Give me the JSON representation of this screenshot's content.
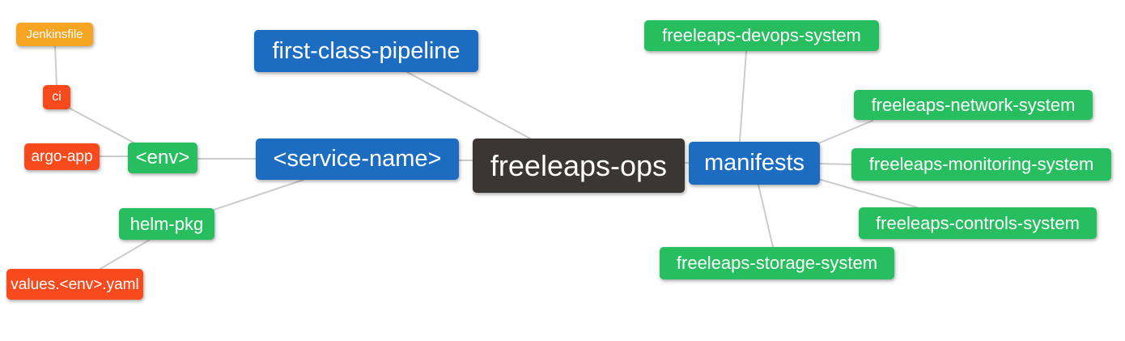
{
  "diagram": {
    "type": "mindmap",
    "root": "freeleaps_ops",
    "nodes": {
      "jenkinsfile": {
        "label": "Jenkinsfile",
        "color": "orange"
      },
      "ci": {
        "label": "ci",
        "color": "red"
      },
      "argo_app": {
        "label": "argo-app",
        "color": "red"
      },
      "env": {
        "label": "<env>",
        "color": "green"
      },
      "helm_pkg": {
        "label": "helm-pkg",
        "color": "green"
      },
      "values_env_yaml": {
        "label": "values.<env>.yaml",
        "color": "red"
      },
      "first_class_pipeline": {
        "label": "first-class-pipeline",
        "color": "blue"
      },
      "service_name": {
        "label": "<service-name>",
        "color": "blue"
      },
      "freeleaps_ops": {
        "label": "freeleaps-ops",
        "color": "dark"
      },
      "manifests": {
        "label": "manifests",
        "color": "blue"
      },
      "devops_system": {
        "label": "freeleaps-devops-system",
        "color": "green"
      },
      "network_system": {
        "label": "freeleaps-network-system",
        "color": "green"
      },
      "monitoring_system": {
        "label": "freeleaps-monitoring-system",
        "color": "green"
      },
      "controls_system": {
        "label": "freeleaps-controls-system",
        "color": "green"
      },
      "storage_system": {
        "label": "freeleaps-storage-system",
        "color": "green"
      }
    },
    "edges": [
      [
        "jenkinsfile",
        "ci"
      ],
      [
        "ci",
        "env"
      ],
      [
        "argo_app",
        "env"
      ],
      [
        "env",
        "service_name"
      ],
      [
        "service_name",
        "helm_pkg"
      ],
      [
        "helm_pkg",
        "values_env_yaml"
      ],
      [
        "first_class_pipeline",
        "freeleaps_ops"
      ],
      [
        "service_name",
        "freeleaps_ops"
      ],
      [
        "freeleaps_ops",
        "manifests"
      ],
      [
        "manifests",
        "devops_system"
      ],
      [
        "manifests",
        "network_system"
      ],
      [
        "manifests",
        "monitoring_system"
      ],
      [
        "manifests",
        "controls_system"
      ],
      [
        "manifests",
        "storage_system"
      ]
    ]
  },
  "colors": {
    "blue": "#1c6dc2",
    "green": "#27be60",
    "red": "#f94a1d",
    "orange": "#f6a522",
    "dark": "#3b3633",
    "line": "#cccccc",
    "node_text": "#ffffff",
    "background": "#ffffff"
  }
}
